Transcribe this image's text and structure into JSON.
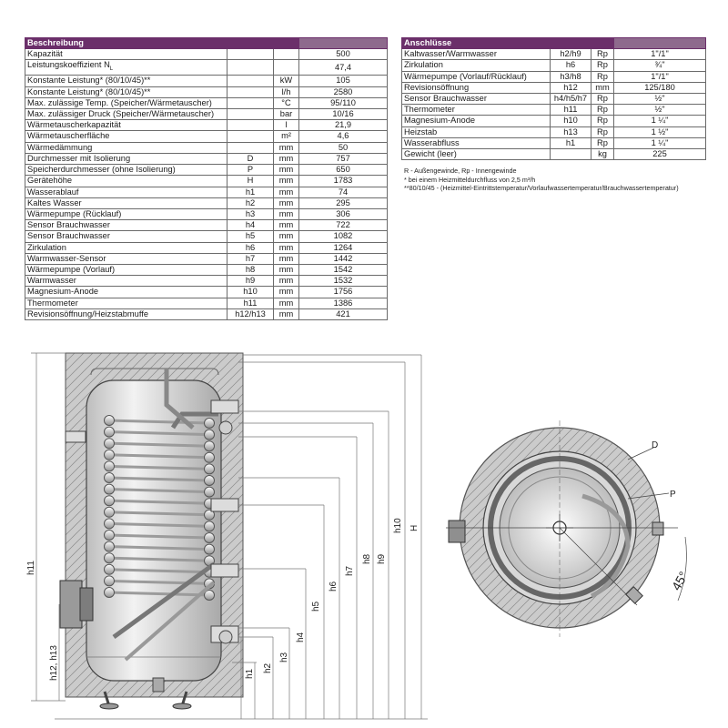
{
  "beschreibung": {
    "title": "Beschreibung",
    "rows": [
      {
        "label": "Kapazität",
        "sym": "",
        "unit": "",
        "value": "500"
      },
      {
        "label": "Leistungskoeffizient N",
        "sub": "L",
        "sym": "",
        "unit": "",
        "value": "47,4"
      },
      {
        "label": "Konstante Leistung* (80/10/45)**",
        "sym": "",
        "unit": "kW",
        "value": "105"
      },
      {
        "label": "Konstante Leistung* (80/10/45)**",
        "sym": "",
        "unit": "l/h",
        "value": "2580"
      },
      {
        "label": "Max. zulässige Temp. (Speicher/Wärmetauscher)",
        "sym": "",
        "unit": "°C",
        "value": "95/110"
      },
      {
        "label": "Max. zulässiger Druck (Speicher/Wärmetauscher)",
        "sym": "",
        "unit": "bar",
        "value": "10/16"
      },
      {
        "label": "Wärmetauscherkapazität",
        "sym": "",
        "unit": "l",
        "value": "21,9"
      },
      {
        "label": "Wärmetauscherfläche",
        "sym": "",
        "unit": "m²",
        "value": "4,6"
      },
      {
        "label": "Wärmedämmung",
        "sym": "",
        "unit": "mm",
        "value": "50"
      },
      {
        "label": "Durchmesser mit Isolierung",
        "sym": "D",
        "unit": "mm",
        "value": "757"
      },
      {
        "label": "Speicherdurchmesser (ohne Isolierung)",
        "sym": "P",
        "unit": "mm",
        "value": "650"
      },
      {
        "label": "Gerätehöhe",
        "sym": "H",
        "unit": "mm",
        "value": "1783"
      },
      {
        "label": "Wasserablauf",
        "sym": "h1",
        "unit": "mm",
        "value": "74"
      },
      {
        "label": "Kaltes Wasser",
        "sym": "h2",
        "unit": "mm",
        "value": "295"
      },
      {
        "label": "Wärmepumpe (Rücklauf)",
        "sym": "h3",
        "unit": "mm",
        "value": "306"
      },
      {
        "label": "Sensor Brauchwasser",
        "sym": "h4",
        "unit": "mm",
        "value": "722"
      },
      {
        "label": "Sensor Brauchwasser",
        "sym": "h5",
        "unit": "mm",
        "value": "1082"
      },
      {
        "label": "Zirkulation",
        "sym": "h6",
        "unit": "mm",
        "value": "1264"
      },
      {
        "label": "Warmwasser-Sensor",
        "sym": "h7",
        "unit": "mm",
        "value": "1442"
      },
      {
        "label": "Wärmepumpe (Vorlauf)",
        "sym": "h8",
        "unit": "mm",
        "value": "1542"
      },
      {
        "label": "Warmwasser",
        "sym": "h9",
        "unit": "mm",
        "value": "1532"
      },
      {
        "label": "Magnesium-Anode",
        "sym": "h10",
        "unit": "mm",
        "value": "1756"
      },
      {
        "label": "Thermometer",
        "sym": "h11",
        "unit": "mm",
        "value": "1386"
      },
      {
        "label": "Revisionsöffnung/Heizstabmuffe",
        "sym": "h12/h13",
        "unit": "mm",
        "value": "421"
      }
    ]
  },
  "anschluesse": {
    "title": "Anschlüsse",
    "rows": [
      {
        "label": "Kaltwasser/Warmwasser",
        "sym": "h2/h9",
        "unit": "Rp",
        "value": "1\"/1\""
      },
      {
        "label": "Zirkulation",
        "sym": "h6",
        "unit": "Rp",
        "value": "¾\""
      },
      {
        "label": "Wärmepumpe (Vorlauf/Rücklauf)",
        "sym": "h3/h8",
        "unit": "Rp",
        "value": "1\"/1\""
      },
      {
        "label": "Revisionsöffnung",
        "sym": "h12",
        "unit": "mm",
        "value": "125/180"
      },
      {
        "label": "Sensor Brauchwasser",
        "sym": "h4/h5/h7",
        "unit": "Rp",
        "value": "½\""
      },
      {
        "label": "Thermometer",
        "sym": "h11",
        "unit": "Rp",
        "value": "½\""
      },
      {
        "label": "Magnesium-Anode",
        "sym": "h10",
        "unit": "Rp",
        "value": "1 ¼\""
      },
      {
        "label": "Heizstab",
        "sym": "h13",
        "unit": "Rp",
        "value": "1 ½\""
      },
      {
        "label": "Wasserabfluss",
        "sym": "h1",
        "unit": "Rp",
        "value": "1 ¼\""
      },
      {
        "label": "Gewicht (leer)",
        "sym": "",
        "unit": "kg",
        "value": "225"
      }
    ]
  },
  "notes": [
    "R - Außengewinde, Rp - Innengewinde",
    "* bei einem Heizmitteldurchfluss von 2,5 m³/h",
    "**80/10/45 - (Heizmittel-Eintrittstemperatur/Vorlaufwassertemperatur/Brauchwassertemperatur)"
  ],
  "drawing": {
    "side_labels": {
      "h11": "h11",
      "h12_h13": "h12, h13",
      "h1": "h1",
      "h2": "h2",
      "h3": "h3",
      "h4": "h4",
      "h5": "h5",
      "h6": "h6",
      "h7": "h7",
      "h8": "h8",
      "h9": "h9",
      "h10": "h10",
      "H": "H"
    },
    "top_labels": {
      "D": "D",
      "P": "P",
      "angle": "45°"
    }
  },
  "colors": {
    "header": "#6b2f6a",
    "insulation": "#c8c8c8",
    "tank": "#e6e6e6"
  }
}
